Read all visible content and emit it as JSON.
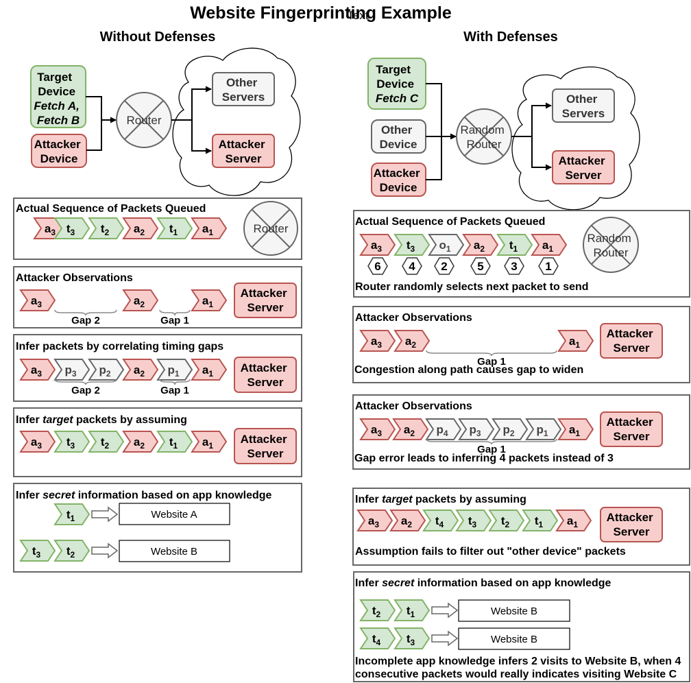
{
  "title": "Website Fingerprinting Example",
  "title_overlay": "Text",
  "left": {
    "heading": "Without Defenses",
    "net": {
      "target_line1": "Target",
      "target_line2": "Device",
      "target_line3": "Fetch A,",
      "target_line4": "Fetch B",
      "attacker_line1": "Attacker",
      "attacker_line2": "Device",
      "router": "Router",
      "other_line1": "Other",
      "other_line2": "Servers",
      "server_line1": "Attacker",
      "server_line2": "Server"
    },
    "panel1": {
      "title": "Actual Sequence of Packets Queued",
      "router": "Router",
      "packets": [
        {
          "l": "a",
          "s": "3",
          "k": "a"
        },
        {
          "l": "t",
          "s": "3",
          "k": "t"
        },
        {
          "l": "t",
          "s": "2",
          "k": "t"
        },
        {
          "l": "a",
          "s": "2",
          "k": "a"
        },
        {
          "l": "t",
          "s": "1",
          "k": "t"
        },
        {
          "l": "a",
          "s": "1",
          "k": "a"
        }
      ]
    },
    "panel2": {
      "title": "Attacker Observations",
      "packets": [
        {
          "l": "a",
          "s": "3",
          "k": "a"
        },
        {
          "l": "a",
          "s": "2",
          "k": "a"
        },
        {
          "l": "a",
          "s": "1",
          "k": "a"
        }
      ],
      "gap2": "Gap 2",
      "gap1": "Gap 1",
      "server_line1": "Attacker",
      "server_line2": "Server"
    },
    "panel3": {
      "title": "Infer packets by correlating timing gaps",
      "packets": [
        {
          "l": "a",
          "s": "3",
          "k": "a"
        },
        {
          "l": "p",
          "s": "3",
          "k": "p"
        },
        {
          "l": "p",
          "s": "2",
          "k": "p"
        },
        {
          "l": "a",
          "s": "2",
          "k": "a"
        },
        {
          "l": "p",
          "s": "1",
          "k": "p"
        },
        {
          "l": "a",
          "s": "1",
          "k": "a"
        }
      ],
      "gap2": "Gap 2",
      "gap1": "Gap 1",
      "server_line1": "Attacker",
      "server_line2": "Server"
    },
    "panel4": {
      "title_pre": "Infer ",
      "title_em": "target",
      "title_post": " packets by assuming",
      "packets": [
        {
          "l": "a",
          "s": "3",
          "k": "a"
        },
        {
          "l": "t",
          "s": "3",
          "k": "t"
        },
        {
          "l": "t",
          "s": "2",
          "k": "t"
        },
        {
          "l": "a",
          "s": "2",
          "k": "a"
        },
        {
          "l": "t",
          "s": "1",
          "k": "t"
        },
        {
          "l": "a",
          "s": "1",
          "k": "a"
        }
      ],
      "server_line1": "Attacker",
      "server_line2": "Server"
    },
    "panel5": {
      "title_pre": "Infer ",
      "title_em": "secret",
      "title_post": " information based on app knowledge",
      "row1_packets": [
        {
          "l": "t",
          "s": "1",
          "k": "t"
        }
      ],
      "row1_site": "Website A",
      "row2_packets": [
        {
          "l": "t",
          "s": "3",
          "k": "t"
        },
        {
          "l": "t",
          "s": "2",
          "k": "t"
        }
      ],
      "row2_site": "Website B"
    }
  },
  "right": {
    "heading": "With Defenses",
    "net": {
      "target_line1": "Target",
      "target_line2": "Device",
      "target_line3": "Fetch C",
      "otherdev_line1": "Other",
      "otherdev_line2": "Device",
      "attacker_line1": "Attacker",
      "attacker_line2": "Device",
      "router_line1": "Random",
      "router_line2": "Router",
      "other_line1": "Other",
      "other_line2": "Servers",
      "server_line1": "Attacker",
      "server_line2": "Server"
    },
    "panel1": {
      "title": "Actual Sequence of Packets Queued",
      "router_line1": "Random",
      "router_line2": "Router",
      "packets": [
        {
          "l": "a",
          "s": "3",
          "k": "a"
        },
        {
          "l": "t",
          "s": "3",
          "k": "t"
        },
        {
          "l": "o",
          "s": "1",
          "k": "o"
        },
        {
          "l": "a",
          "s": "2",
          "k": "a"
        },
        {
          "l": "t",
          "s": "1",
          "k": "t"
        },
        {
          "l": "a",
          "s": "1",
          "k": "a"
        }
      ],
      "order": [
        "6",
        "4",
        "2",
        "5",
        "3",
        "1"
      ],
      "note": "Router randomly selects next packet to send"
    },
    "panel2": {
      "title": "Attacker Observations",
      "packets": [
        {
          "l": "a",
          "s": "3",
          "k": "a"
        },
        {
          "l": "a",
          "s": "2",
          "k": "a"
        },
        {
          "l": "a",
          "s": "1",
          "k": "a"
        }
      ],
      "gap1": "Gap 1",
      "note": "Congestion along path causes gap to widen",
      "server_line1": "Attacker",
      "server_line2": "Server"
    },
    "panel3": {
      "title": "Attacker Observations",
      "packets": [
        {
          "l": "a",
          "s": "3",
          "k": "a"
        },
        {
          "l": "a",
          "s": "2",
          "k": "a"
        },
        {
          "l": "p",
          "s": "4",
          "k": "p"
        },
        {
          "l": "p",
          "s": "3",
          "k": "p"
        },
        {
          "l": "p",
          "s": "2",
          "k": "p"
        },
        {
          "l": "p",
          "s": "1",
          "k": "p"
        },
        {
          "l": "a",
          "s": "1",
          "k": "a"
        }
      ],
      "gap1": "Gap 1",
      "note": "Gap error leads to inferring 4 packets instead of 3",
      "server_line1": "Attacker",
      "server_line2": "Server"
    },
    "panel4": {
      "title_pre": "Infer ",
      "title_em": "target",
      "title_post": " packets by assuming",
      "packets": [
        {
          "l": "a",
          "s": "3",
          "k": "a"
        },
        {
          "l": "a",
          "s": "2",
          "k": "a"
        },
        {
          "l": "t",
          "s": "4",
          "k": "t"
        },
        {
          "l": "t",
          "s": "3",
          "k": "t"
        },
        {
          "l": "t",
          "s": "2",
          "k": "t"
        },
        {
          "l": "t",
          "s": "1",
          "k": "t"
        },
        {
          "l": "a",
          "s": "1",
          "k": "a"
        }
      ],
      "note": "Assumption fails to filter out \"other device\" packets",
      "server_line1": "Attacker",
      "server_line2": "Server"
    },
    "panel5": {
      "title_pre": "Infer ",
      "title_em": "secret",
      "title_post": " information based on app knowledge",
      "row1_packets": [
        {
          "l": "t",
          "s": "2",
          "k": "t"
        },
        {
          "l": "t",
          "s": "1",
          "k": "t"
        }
      ],
      "row1_site": "Website B",
      "row2_packets": [
        {
          "l": "t",
          "s": "4",
          "k": "t"
        },
        {
          "l": "t",
          "s": "3",
          "k": "t"
        }
      ],
      "row2_site": "Website B",
      "note_line1": "Incomplete app knowledge infers 2 visits to Website B, when 4",
      "note_line2": "consecutive packets would really indicates visiting Website C"
    }
  },
  "colors": {
    "attacker_fill": "#f8cecc",
    "attacker_stroke": "#b85450",
    "target_fill": "#d5e8d4",
    "target_stroke": "#82b366",
    "neutral_fill": "#f5f5f5",
    "neutral_stroke": "#666666"
  }
}
